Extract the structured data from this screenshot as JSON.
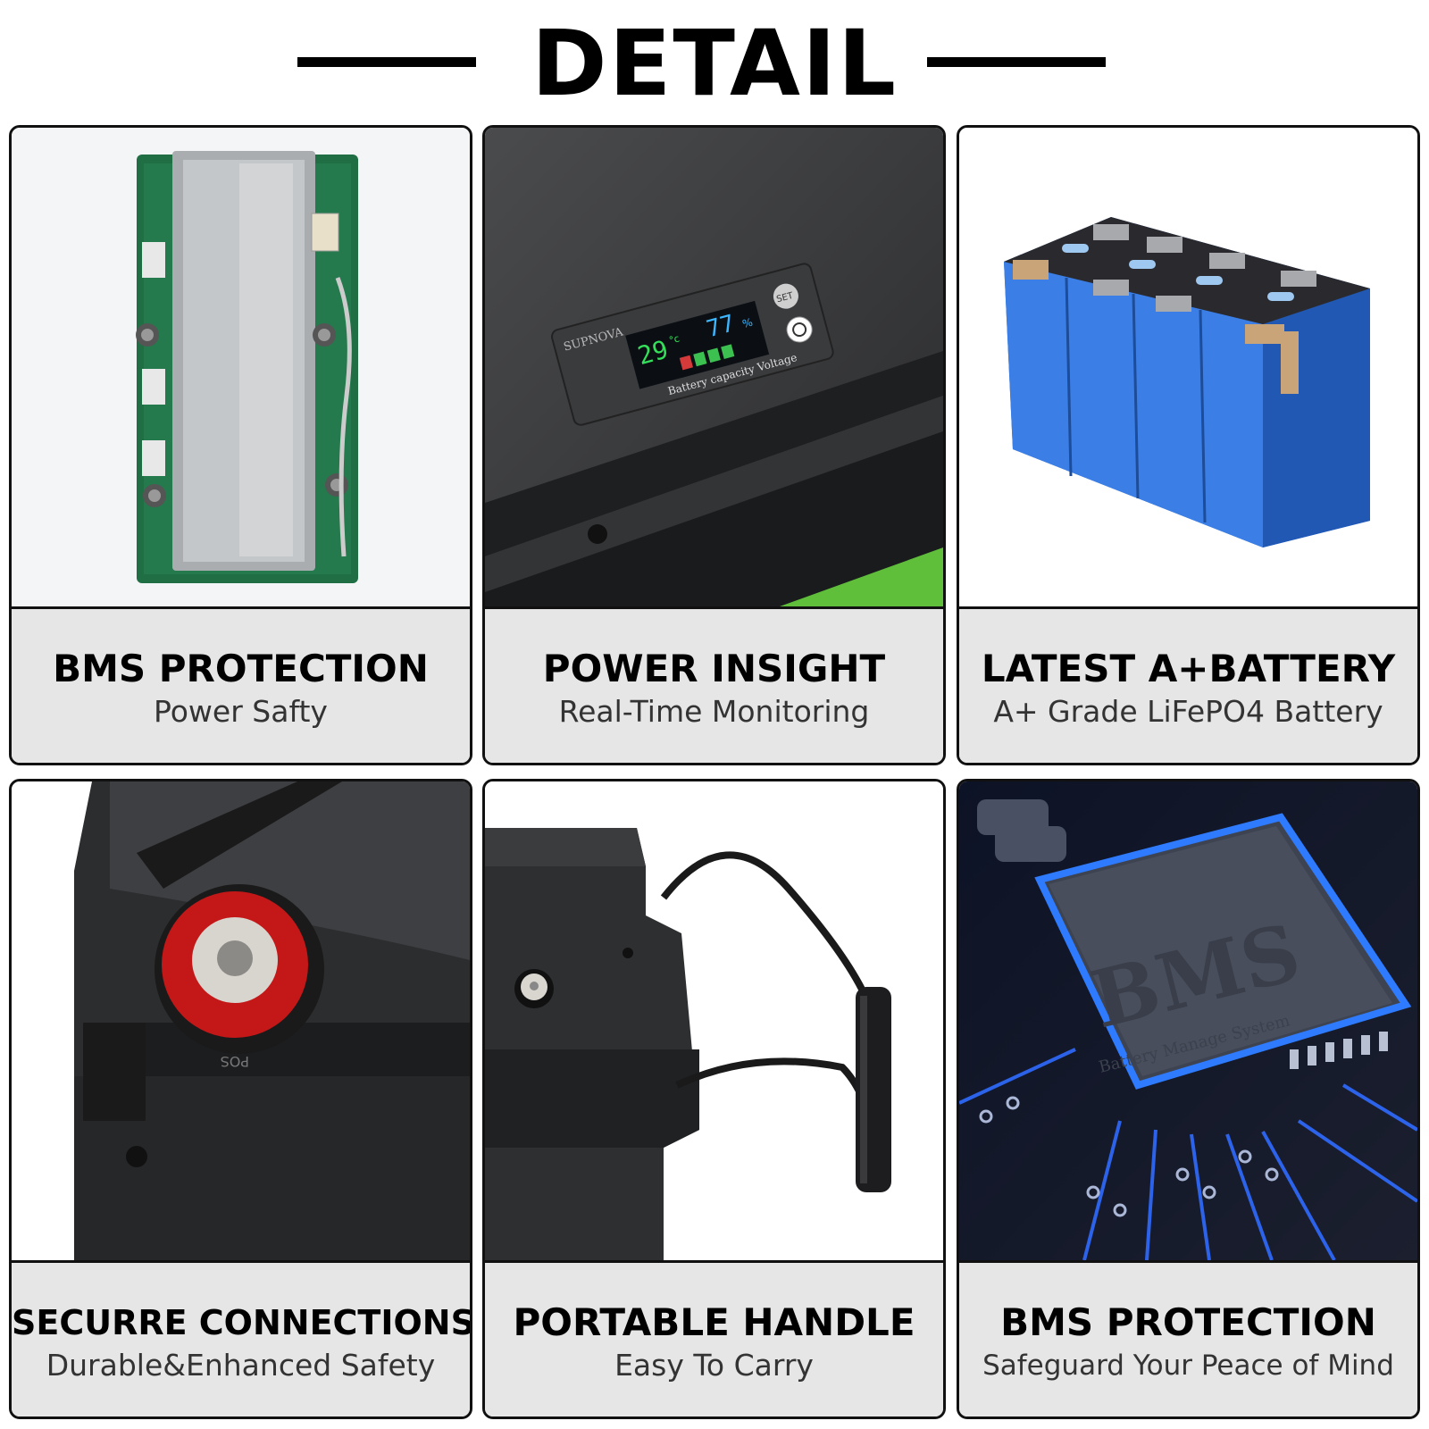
{
  "header": {
    "title": "DETAIL"
  },
  "cards": [
    {
      "title": "BMS PROTECTION",
      "subtitle": "Power Safty"
    },
    {
      "title": "POWER INSIGHT",
      "subtitle": "Real-Time Monitoring",
      "display": {
        "brand": "SUPNOVA",
        "temperature": "29",
        "temp_unit": "°c",
        "capacity": "77",
        "capacity_unit": "%",
        "label": "Battery capacity Voltage",
        "set_button": "SET"
      }
    },
    {
      "title": "LATEST A+BATTERY",
      "subtitle": "A+ Grade LiFePO4 Battery"
    },
    {
      "title": "SECURRE CONNECTIONS",
      "subtitle": "Durable&Enhanced Safety",
      "terminal_label": "POS"
    },
    {
      "title": "PORTABLE HANDLE",
      "subtitle": "Easy To Carry"
    },
    {
      "title": "BMS PROTECTION",
      "subtitle": "Safeguard Your Peace of Mind",
      "chip": {
        "text": "BMS",
        "subtext": "Battery Manage System"
      }
    }
  ]
}
